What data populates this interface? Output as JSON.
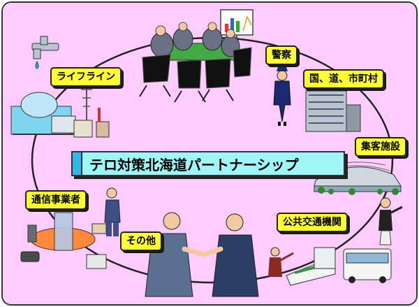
{
  "title": "テロ対策北海道パートナーシップ",
  "labels": {
    "lifeline": "ライフライン",
    "police": "警察",
    "government": "国、道、市町村",
    "facilities": "集客施設",
    "telecom": "通信事業者",
    "other": "その他",
    "transport": "公共交通機関"
  },
  "colors": {
    "background": "#ffccff",
    "label_fill": "#ffff33",
    "banner_fill": "#9ff6f7",
    "banner_tab": "#34b6e8"
  }
}
